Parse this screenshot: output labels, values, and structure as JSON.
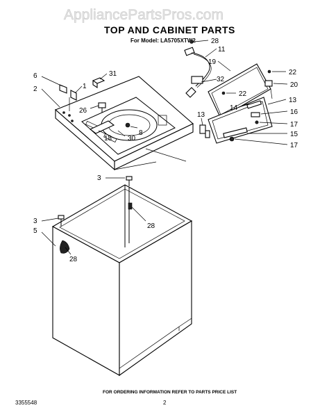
{
  "watermark": "AppliancePartsPros.com",
  "title": "TOP AND CABINET PARTS",
  "subtitle": "For Model: LA5705XTW2",
  "callouts": {
    "c1": "1",
    "c2": "2",
    "c3a": "3",
    "c3b": "3",
    "c5": "5",
    "c6": "6",
    "c8": "8",
    "c11": "11",
    "c13a": "13",
    "c13b": "13",
    "c14": "14",
    "c15": "15",
    "c16": "16",
    "c17a": "17",
    "c17b": "17",
    "c18": "18",
    "c19": "19",
    "c20": "20",
    "c22a": "22",
    "c22b": "22",
    "c26": "26",
    "c28a": "28",
    "c28b": "28",
    "c28c": "28",
    "c30": "30",
    "c31": "31",
    "c32": "32"
  },
  "footer": {
    "doc_number": "3355548",
    "note": "FOR ORDERING INFORMATION REFER TO PARTS PRICE LIST",
    "page": "2"
  }
}
